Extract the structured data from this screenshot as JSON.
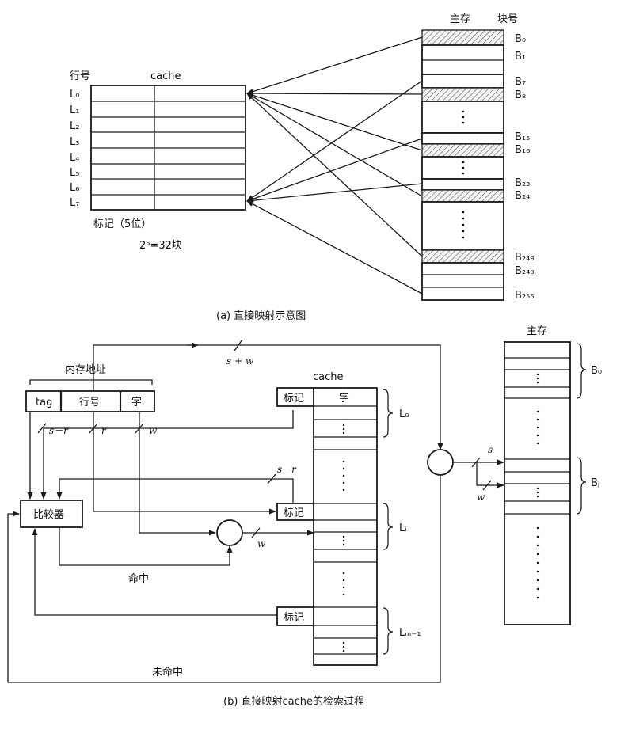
{
  "part_a": {
    "caption": "(a) 直接映射示意图",
    "cache_title": "cache",
    "row_header": "行号",
    "main_memory_header": "主存",
    "block_number_header": "块号",
    "cache_rows": [
      "L₀",
      "L₁",
      "L₂",
      "L₃",
      "L₄",
      "L₅",
      "L₆",
      "L₇"
    ],
    "tag_label": "标记（5位）",
    "block_count_label": "2⁵=32块",
    "memory_blocks": [
      "B₀",
      "B₁",
      "B₇",
      "B₈",
      "B₁₅",
      "B₁₆",
      "B₂₃",
      "B₂₄",
      "B₂₄₈",
      "B₂₄₉",
      "B₂₅₅"
    ]
  },
  "part_b": {
    "caption": "(b) 直接映射cache的检索过程",
    "address_title": "内存地址",
    "address_fields": [
      "tag",
      "行号",
      "字"
    ],
    "cache_title": "cache",
    "tag_header": "标记",
    "word_header": "字",
    "tag_label": "标记",
    "comparator": "比较器",
    "hit": "命中",
    "miss": "未命中",
    "main_memory_title": "主存",
    "line_labels": [
      "L₀",
      "Lᵢ",
      "Lₘ₋₁"
    ],
    "block_labels": [
      "B₀",
      "Bⱼ"
    ],
    "bus_labels": {
      "s_plus_w": "s + w",
      "s_minus_r_top": "s－r",
      "r": "r",
      "w": "w",
      "s_minus_r": "s－r",
      "w_mux": "w",
      "s": "s",
      "w_mem": "w"
    }
  }
}
